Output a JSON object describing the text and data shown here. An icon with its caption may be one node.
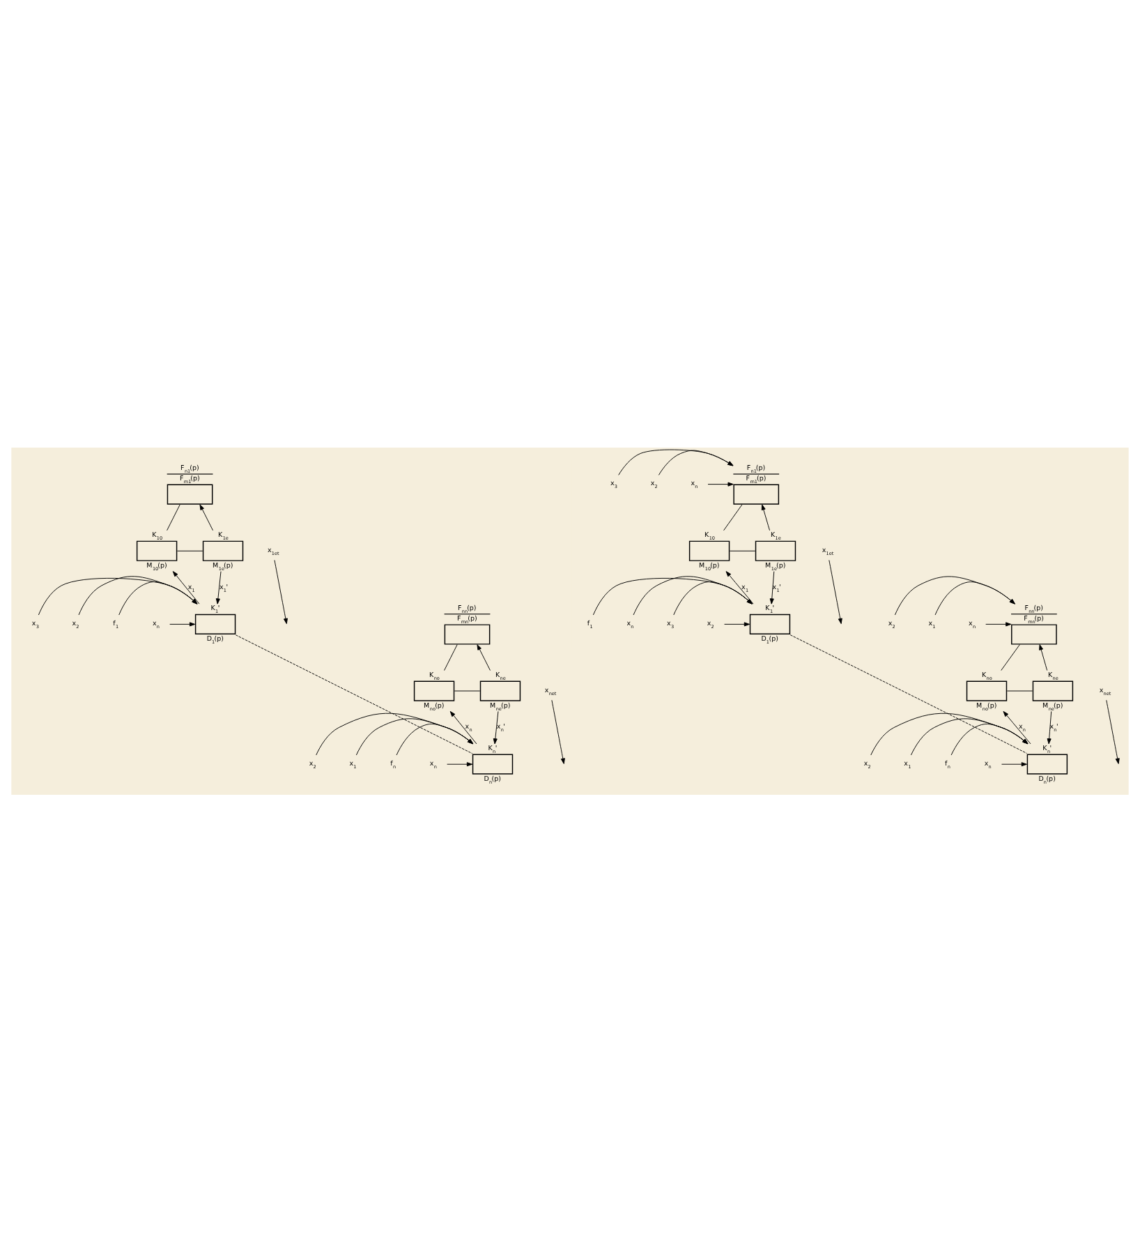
{
  "diagram": {
    "nodes": [
      {
        "text": [
          "F$_{n1}$(p)",
          "F$_{m1}$(p)"
        ]
      },
      {
        "text": [
          "K$_{1e}$",
          "M$_{1e}$(p)"
        ]
      },
      {
        "text": [
          "K$_{10}$",
          "M$_{10}$(p)"
        ]
      },
      {
        "text": [
          "K$_{1}$'",
          "D$_{1}$(p)"
        ]
      },
      {
        "text": [
          "x$_{2}$"
        ]
      },
      {
        "text": [
          "x$_{3}$"
        ]
      },
      {
        "text": [
          "x$_{n}$"
        ]
      },
      {
        "text": [
          "f$_{1}$"
        ]
      },
      {
        "text": [
          "x$_{1et}$"
        ]
      },
      {
        "text": [
          "F$_{n1}$(p)",
          "F$_{m1}$(p)"
        ]
      },
      {
        "text": [
          "x$_{2}$"
        ]
      },
      {
        "text": [
          "x$_{3}$"
        ]
      },
      {
        "text": [
          "x$_{n}$"
        ]
      },
      {
        "text": [
          "K$_{1e}$",
          "M$_{1e}$(p)"
        ]
      },
      {
        "text": [
          "K$_{10}$",
          "M$_{10}$(p)"
        ]
      },
      {
        "text": [
          "K$_{1}$'",
          "D$_{1}$(p)"
        ]
      },
      {
        "text": [
          "x$_{2}$"
        ]
      },
      {
        "text": [
          "x$_{3}$"
        ]
      },
      {
        "text": [
          "x$_{n}$"
        ]
      },
      {
        "text": [
          "f$_{1}$"
        ]
      },
      {
        "text": [
          "x$_{1et}$"
        ]
      },
      {
        "text": [
          "F$_{nn}$(p)",
          "F$_{mn}$(p)"
        ]
      },
      {
        "text": [
          "K$_{ne}$",
          "M$_{ne}$(p)"
        ]
      },
      {
        "text": [
          "K$_{no}$",
          "M$_{no}$(p)"
        ]
      },
      {
        "text": [
          "K$_{n}$'",
          "D$_{n}$(p)"
        ]
      },
      {
        "text": [
          "x$_{1}$"
        ]
      },
      {
        "text": [
          "x$_{2}$"
        ]
      },
      {
        "text": [
          "x$_{n}$"
        ]
      },
      {
        "text": [
          "f$_{n}$"
        ]
      },
      {
        "text": [
          "x$_{net}$"
        ]
      },
      {
        "text": [
          "F$_{nn}$(p)",
          "F$_{mn}$(p)"
        ]
      },
      {
        "text": [
          "x$_{1}$"
        ]
      },
      {
        "text": [
          "x$_{2}$"
        ]
      },
      {
        "text": [
          "x$_{n}$"
        ]
      },
      {
        "text": [
          "K$_{ne}$",
          "M$_{ne}$(p)"
        ]
      },
      {
        "text": [
          "K$_{no}$",
          "M$_{no}$(p)"
        ]
      },
      {
        "text": [
          "K$_{n}$'",
          "D$_{n}$(p)"
        ]
      },
      {
        "text": [
          "x$_{1}$"
        ]
      },
      {
        "text": [
          "x$_{2}$"
        ]
      },
      {
        "text": [
          "x$_{n}$"
        ]
      },
      {
        "text": [
          "f$_{n}$"
        ]
      },
      {
        "text": [
          "x$_{net}$"
        ]
      }
    ],
    "edges": [
      {
        "from": 1,
        "to": 0,
        "arrow": "to"
      },
      {
        "from": 0,
        "to": 2,
        "arrow": "none"
      },
      {
        "from": 2,
        "to": 1,
        "arrow": "none"
      },
      {
        "from": 3,
        "to": 2,
        "arrow": "to",
        "label": "x$_{1}$"
      },
      {
        "from": 1,
        "to": 3,
        "arrow": "to",
        "label": "x$_{1}$'"
      },
      {
        "from": 4,
        "to": 3,
        "arrow": "to"
      },
      {
        "from": 5,
        "to": 3,
        "arrow": "to"
      },
      {
        "from": 6,
        "to": 3,
        "arrow": "to"
      },
      {
        "from": 7,
        "to": 3,
        "arrow": "to"
      },
      {
        "from": 8,
        "to": null,
        "arrow": "to"
      },
      {
        "from": 10,
        "to": 9,
        "arrow": "to"
      },
      {
        "from": 11,
        "to": 9,
        "arrow": "to"
      },
      {
        "from": 12,
        "to": 9,
        "arrow": "to"
      },
      {
        "from": 13,
        "to": 9,
        "arrow": "to"
      },
      {
        "from": 9,
        "to": 14,
        "arrow": "none"
      },
      {
        "from": 14,
        "to": 13,
        "arrow": "none"
      },
      {
        "from": 15,
        "to": 14,
        "arrow": "to",
        "label": "x$_{1}$"
      },
      {
        "from": 13,
        "to": 15,
        "arrow": "to",
        "label": "x$_{1}$'"
      },
      {
        "from": 16,
        "to": 15,
        "arrow": "to"
      },
      {
        "from": 17,
        "to": 15,
        "arrow": "to"
      },
      {
        "from": 18,
        "to": 15,
        "arrow": "to"
      },
      {
        "from": 19,
        "to": 15,
        "arrow": "to"
      },
      {
        "from": 20,
        "to": null,
        "arrow": "to"
      },
      {
        "from": 22,
        "to": 21,
        "arrow": "to"
      },
      {
        "from": 21,
        "to": 23,
        "arrow": "none"
      },
      {
        "from": 23,
        "to": 22,
        "arrow": "none"
      },
      {
        "from": 24,
        "to": 23,
        "arrow": "to",
        "label": "x$_{n}$"
      },
      {
        "from": 22,
        "to": 24,
        "arrow": "to",
        "label": "x$_{n}$'"
      },
      {
        "from": 25,
        "to": 24,
        "arrow": "to"
      },
      {
        "from": 26,
        "to": 24,
        "arrow": "to"
      },
      {
        "from": 27,
        "to": 24,
        "arrow": "to"
      },
      {
        "from": 28,
        "to": 24,
        "arrow": "to"
      },
      {
        "from": 29,
        "to": null,
        "arrow": "to"
      },
      {
        "from": 31,
        "to": 30,
        "arrow": "to"
      },
      {
        "from": 32,
        "to": 30,
        "arrow": "to"
      },
      {
        "from": 33,
        "to": 30,
        "arrow": "to"
      },
      {
        "from": 34,
        "to": 30,
        "arrow": "to"
      },
      {
        "from": 30,
        "to": 35,
        "arrow": "none"
      },
      {
        "from": 35,
        "to": 34,
        "arrow": "none"
      },
      {
        "from": 36,
        "to": 35,
        "arrow": "to",
        "label": "x$_{n}$"
      },
      {
        "from": 34,
        "to": 36,
        "arrow": "to",
        "label": "x$_{n}$'"
      },
      {
        "from": 37,
        "to": 36,
        "arrow": "to"
      },
      {
        "from": 38,
        "to": 36,
        "arrow": "to"
      },
      {
        "from": 39,
        "to": 36,
        "arrow": "to"
      },
      {
        "from": 40,
        "to": 36,
        "arrow": "to"
      },
      {
        "from": 41,
        "to": null,
        "arrow": "to"
      },
      {
        "from": 3,
        "to": 24,
        "arrow": "none",
        "style": "dashed"
      },
      {
        "from": 15,
        "to": 36,
        "arrow": "none",
        "style": "dashed"
      }
    ]
  }
}
